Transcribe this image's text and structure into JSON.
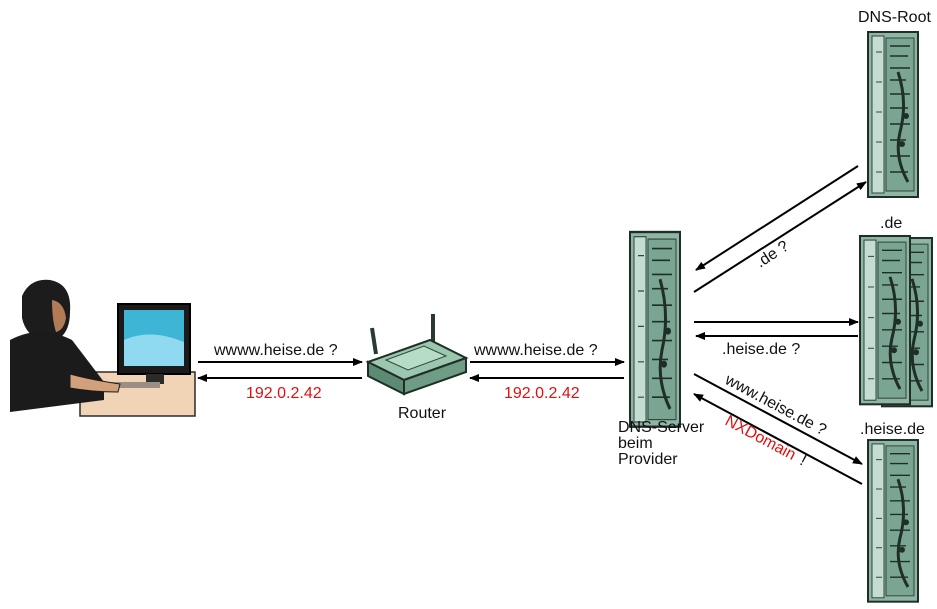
{
  "colors": {
    "query_text": "#111111",
    "answer_text": "#e01010",
    "server_body": "#8fb5a5",
    "server_dark": "#3c5c4e",
    "router_body": "#7aa98f",
    "monitor_screen": "#3fb5d6",
    "desk": "#f1d3b6"
  },
  "icons": {
    "computer_user": "person-at-computer-icon",
    "router": "router-icon",
    "server": "server-rack-icon"
  },
  "nodes": {
    "router": "Router",
    "provider_dns": [
      "DNS-Server",
      "beim",
      "Provider"
    ],
    "dns_root": "DNS-Root",
    "de": ".de",
    "heise_de": ".heise.de"
  },
  "messages": {
    "user_query": "wwww.heise.de ?",
    "user_answer": "192.0.2.42",
    "router_query": "wwww.heise.de ?",
    "router_answer": "192.0.2.42",
    "root_query": ".de ?",
    "de_query": ".heise.de ?",
    "heise_query": "www.heise.de ?",
    "heise_answer_word": "NXDomain",
    "heise_answer_mark": "!"
  }
}
